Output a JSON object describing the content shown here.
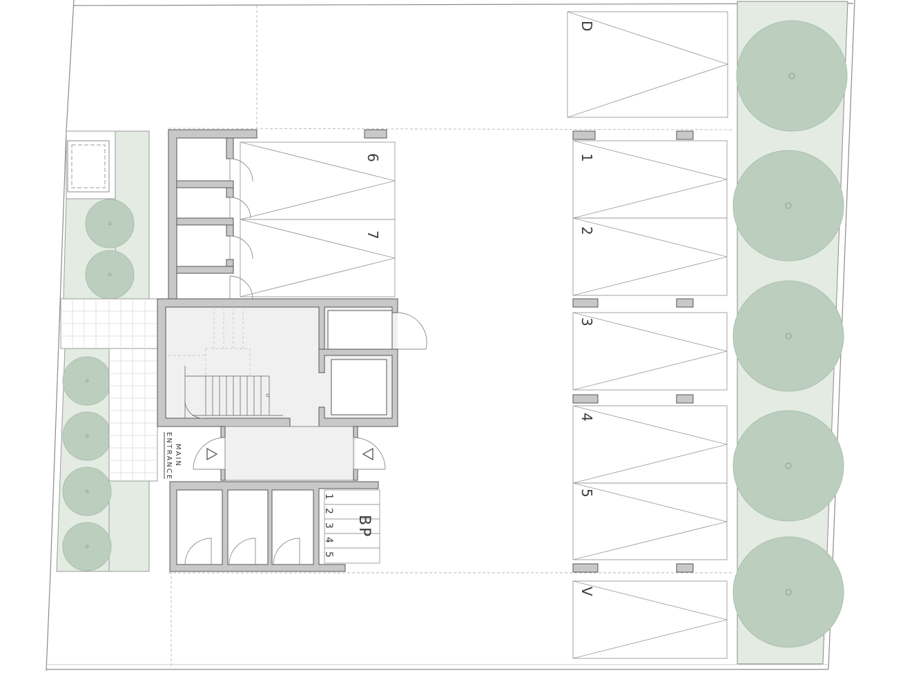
{
  "plan": {
    "spaces_right": [
      "D",
      "1",
      "2",
      "3",
      "4",
      "5",
      "V"
    ],
    "spaces_left": [
      "6",
      "7"
    ],
    "bike_parking": {
      "label": "BP",
      "numbers": [
        "1",
        "2",
        "3",
        "4",
        "5"
      ]
    },
    "entrance_label": [
      "MAIN",
      "ENTRANCE"
    ],
    "colors": {
      "wall": "#c8c8c8",
      "wall_stroke": "#555555",
      "planting": "#e3ebe3",
      "tree": "#bccfbf",
      "floor": "#f0f0f0",
      "line": "#9a9a9a"
    }
  }
}
